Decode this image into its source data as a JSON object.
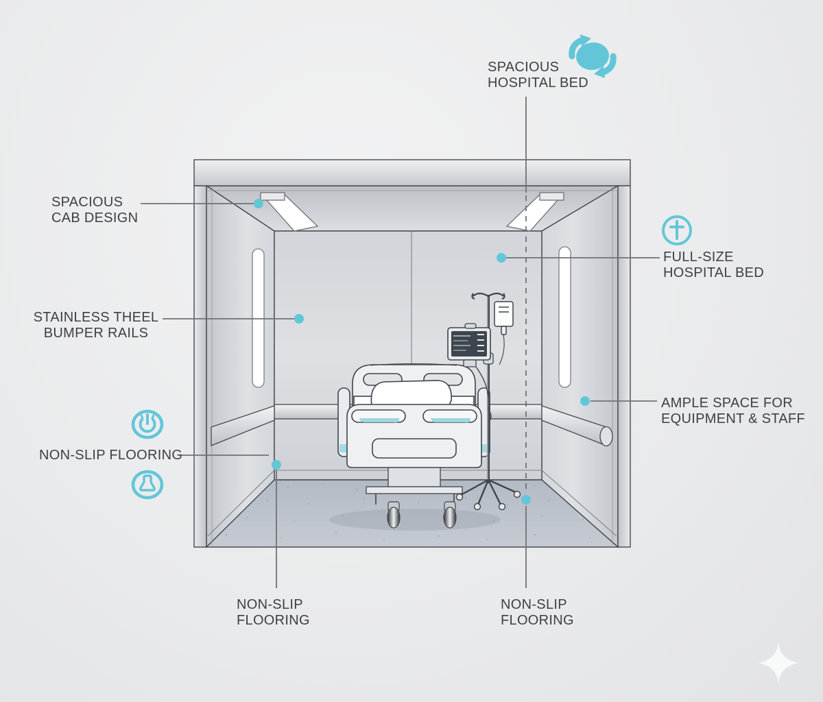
{
  "colors": {
    "accent": "#62c6d8",
    "text": "#3e3f41",
    "callout_line": "#6f7275",
    "background": "#e9eaec",
    "illustration_outline": "#45494e"
  },
  "callouts": {
    "top_bed": {
      "line1": "SPACIOUS",
      "line2": "HOSPITAL BED"
    },
    "cab_design": {
      "line1": "SPACIOUS",
      "line2": "CAB DESIGN"
    },
    "bumper_rails": {
      "line1": "STAINLESS THEEL",
      "line2": "BUMPER RAILS"
    },
    "non_slip_left": {
      "line1": "NON-SLIP FLOORING"
    },
    "full_size_bed": {
      "line1": "FULL-SIZE",
      "line2": "HOSPITAL BED"
    },
    "ample_space": {
      "line1": "AMPLE SPACE FOR",
      "line2": "EQUIPMENT & STAFF"
    },
    "non_slip_bottom_left": {
      "line1": "NON-SLIP",
      "line2": "FLOORING"
    },
    "non_slip_bottom_right": {
      "line1": "NON-SLIP",
      "line2": "FLOORING"
    }
  },
  "icons": {
    "top": "rotate-arrows-icon",
    "power": "power-button-icon",
    "clean": "plunger-icon",
    "medical": "medical-cross-icon",
    "brand": "sparkle-icon"
  }
}
